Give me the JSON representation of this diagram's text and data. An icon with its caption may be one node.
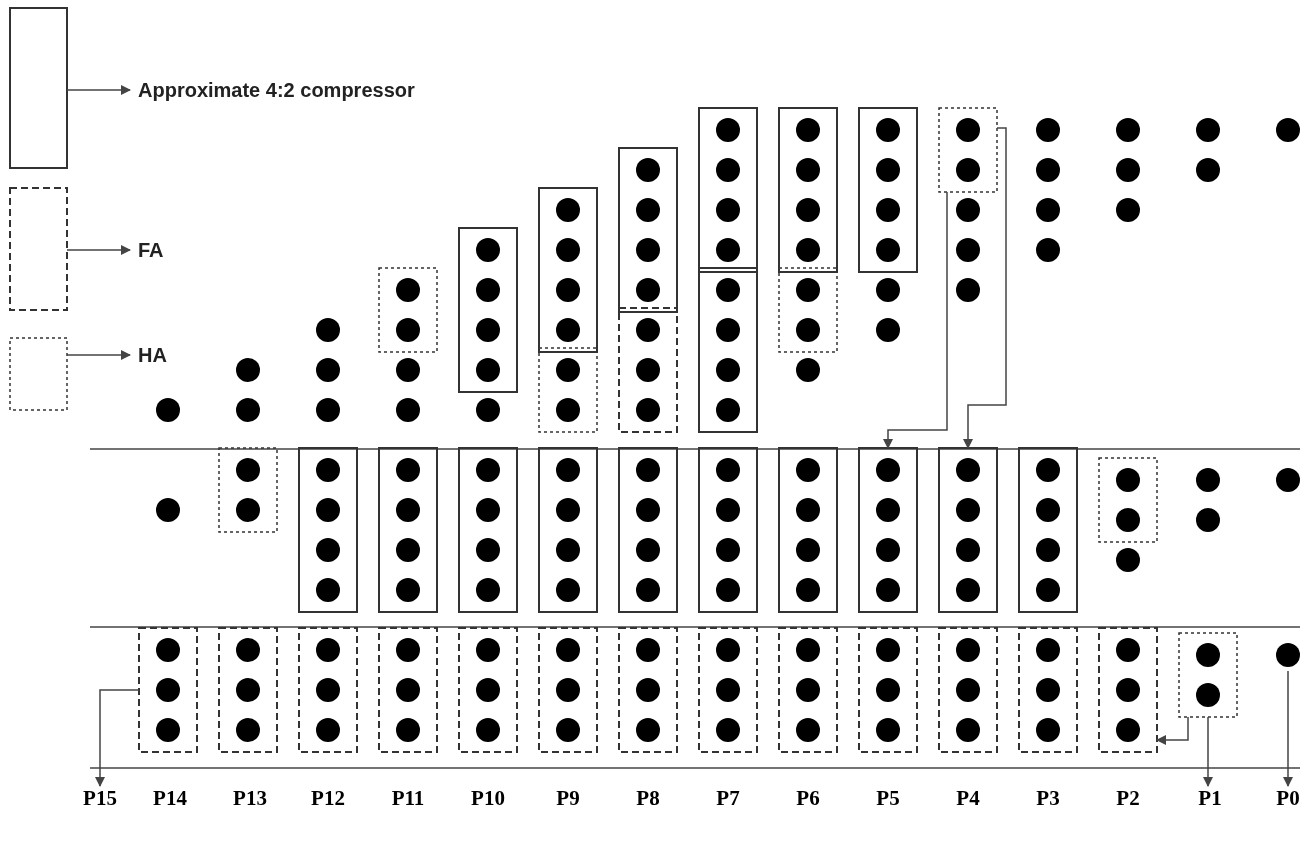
{
  "diagram": {
    "nodes": [
      {
        "text": [],
        "shape": "box"
      },
      {
        "text": [],
        "shape": "box"
      },
      {
        "text": [],
        "shape": "box"
      },
      {
        "text": [],
        "shape": "box"
      },
      {
        "text": [],
        "shape": "box"
      },
      {
        "text": [],
        "shape": "box"
      },
      {
        "text": [],
        "shape": "box"
      },
      {
        "text": [],
        "shape": "box"
      },
      {
        "text": [],
        "shape": "box"
      },
      {
        "text": [],
        "shape": "box"
      },
      {
        "text": [],
        "shape": "box"
      },
      {
        "text": [],
        "shape": "box"
      },
      {
        "text": [],
        "shape": "box"
      },
      {
        "text": [],
        "shape": "box"
      },
      {
        "text": [],
        "shape": "box"
      },
      {
        "text": [],
        "shape": "box"
      },
      {
        "text": [],
        "shape": "box"
      },
      {
        "text": [],
        "shape": "box"
      },
      {
        "text": [],
        "shape": "box"
      },
      {
        "text": [],
        "shape": "box"
      },
      {
        "text": [],
        "shape": "box"
      },
      {
        "text": [],
        "shape": "box"
      },
      {
        "text": [],
        "shape": "box"
      },
      {
        "text": [],
        "shape": "box"
      },
      {
        "text": [],
        "shape": "box"
      },
      {
        "text": [],
        "shape": "box"
      },
      {
        "text": [],
        "shape": "box"
      },
      {
        "text": [],
        "shape": "box"
      },
      {
        "text": [],
        "shape": "box"
      },
      {
        "text": [],
        "shape": "box"
      },
      {
        "text": [],
        "shape": "box"
      },
      {
        "text": [],
        "shape": "box"
      },
      {
        "text": [],
        "shape": "box"
      },
      {
        "text": [],
        "shape": "box"
      },
      {
        "text": [],
        "shape": "box"
      },
      {
        "text": [],
        "shape": "box"
      },
      {
        "text": [],
        "shape": "box"
      },
      {
        "text": [],
        "shape": "box"
      },
      {
        "text": [
          "P15"
        ]
      },
      {
        "text": [
          "P1"
        ]
      },
      {
        "text": [
          "P0"
        ]
      }
    ],
    "edges": [
      {
        "from": 11,
        "to": 20,
        "arrow": "to"
      },
      {
        "from": 11,
        "to": 21,
        "arrow": "to"
      },
      {
        "from": 24,
        "to": 38,
        "arrow": "to"
      },
      {
        "from": 37,
        "to": 36,
        "arrow": "to"
      },
      {
        "from": 37,
        "to": 39,
        "arrow": "to"
      },
      {
        "from": null,
        "to": 40,
        "arrow": "to"
      }
    ],
    "labels": [
      "P14",
      "P13",
      "P12",
      "P11",
      "P10",
      "P9",
      "P8",
      "P7",
      "P6",
      "P5",
      "P4",
      "P3",
      "P2"
    ],
    "legend": [
      {
        "text": "Approximate 4:2 compressor"
      },
      {
        "text": "FA"
      },
      {
        "text": "HA"
      }
    ]
  }
}
